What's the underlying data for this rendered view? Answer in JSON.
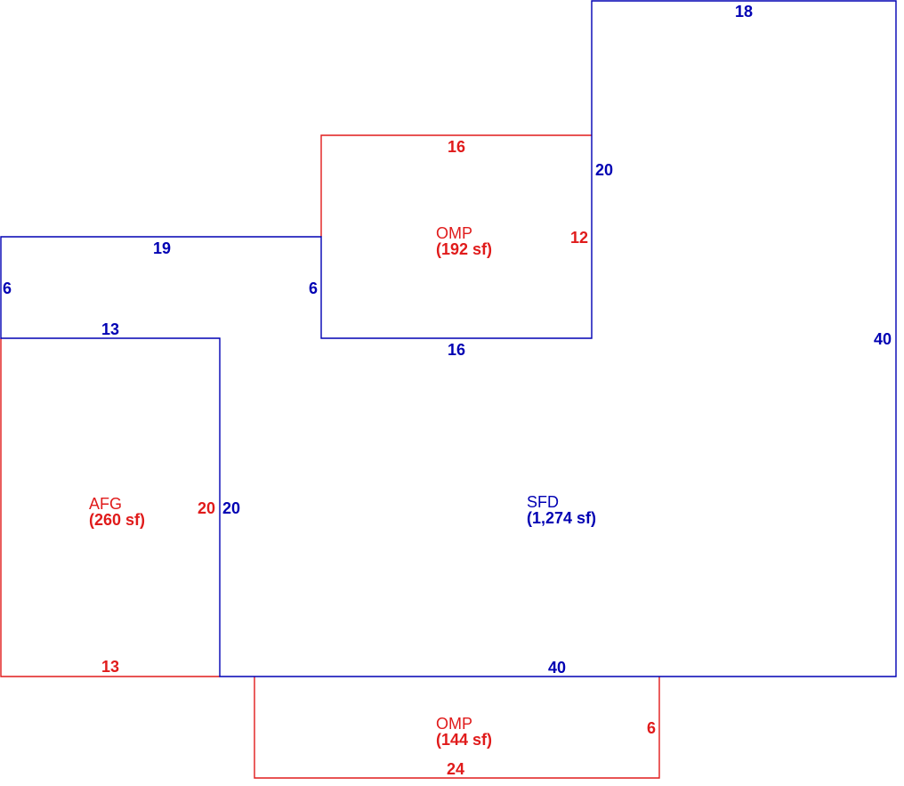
{
  "colors": {
    "living": "#0000b3",
    "porch_garage": "#e01b1b"
  },
  "areas": {
    "sfd": {
      "name": "SFD",
      "value": "(1,274 sf)"
    },
    "afg": {
      "name": "AFG",
      "value": "(260 sf)"
    },
    "omp_top": {
      "name": "OMP",
      "value": "(192 sf)"
    },
    "omp_bottom": {
      "name": "OMP",
      "value": "(144 sf)"
    }
  },
  "dimensions": {
    "sfd_top_right": "18",
    "sfd_right": "40",
    "sfd_bottom": "40",
    "sfd_right_step": "20",
    "sfd_omp_bottom": "16",
    "sfd_left_6": "6",
    "sfd_inner_6": "6",
    "sfd_top_19": "19",
    "sfd_13": "13",
    "sfd_left_20": "20",
    "omp_top_16": "16",
    "omp_top_12": "12",
    "afg_20": "20",
    "afg_13": "13",
    "omp_bottom_6": "6",
    "omp_bottom_24": "24"
  }
}
